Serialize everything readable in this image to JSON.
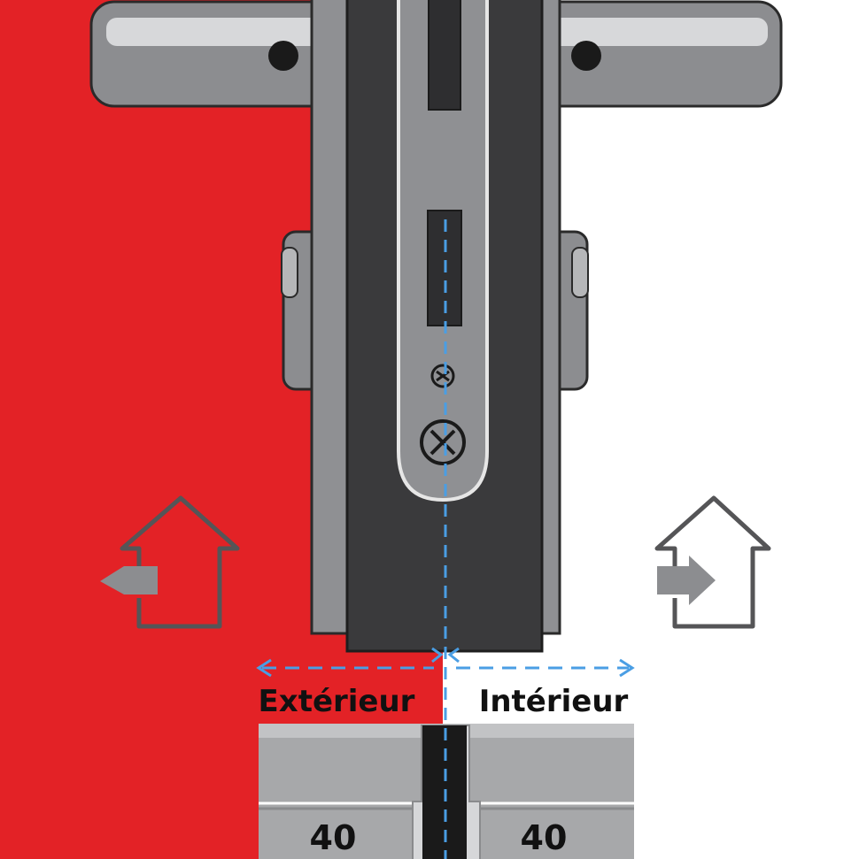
{
  "labels": {
    "exterior": "Extérieur",
    "interior": "Intérieur"
  },
  "measurements": {
    "exterior_length": "40",
    "interior_length": "40"
  },
  "icons": {
    "exterior": "house-exit-icon",
    "interior": "house-enter-icon"
  },
  "colors": {
    "exterior_side": "#e32226",
    "interior_side": "#ffffff",
    "measure_line": "#4a9ee4",
    "escutcheon": "#3a3a3c",
    "door_edge": "#8f9093",
    "cylinder": "#a7a8aa"
  }
}
